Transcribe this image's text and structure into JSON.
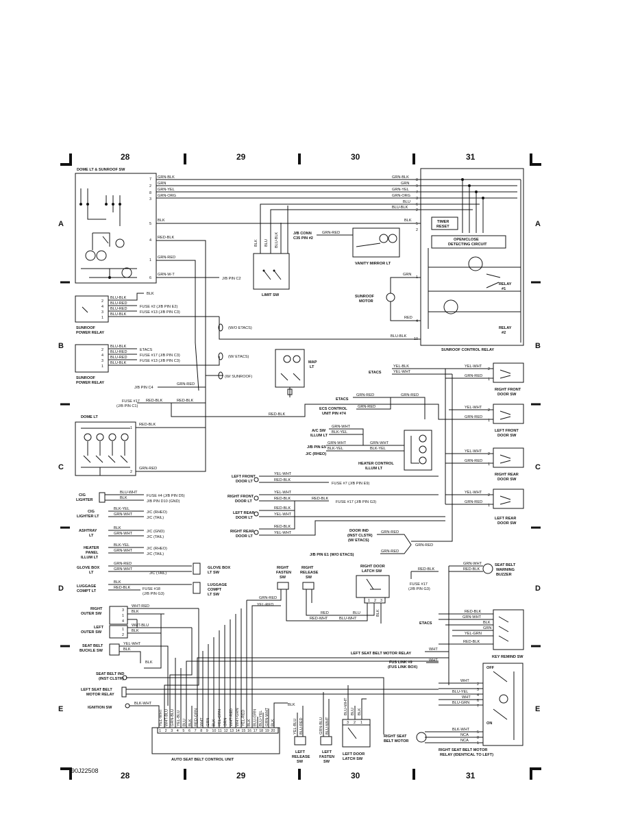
{
  "grid": {
    "cols": [
      "28",
      "29",
      "30",
      "31"
    ],
    "rows": [
      "A",
      "B",
      "C",
      "D",
      "E"
    ]
  },
  "figure_id": "90J22508",
  "components": {
    "dome_sunroof_sw": "DOME LT & SUNROOF SW",
    "sunroof_control_relay": "SUNROOF CONTROL RELAY",
    "limit_sw": "LIMIT SW",
    "vanity_mirror": "VANITY MIRROR LT",
    "jb_conn": [
      "J/B CONN",
      "C35 PIN #2"
    ],
    "timer_reset": [
      "TIMER",
      "RESET"
    ],
    "detect_circuit": [
      "OPEN/CLOSE",
      "DETECTING CIRCUIT"
    ],
    "relay1": [
      "RELAY",
      "#1"
    ],
    "relay2": [
      "RELAY",
      "#2"
    ],
    "sunroof_motor": [
      "SUNROOF",
      "MOTOR"
    ],
    "sunroof_power_relay": [
      "SUNROOF",
      "POWER RELAY"
    ],
    "map_lt": [
      "MAP",
      "LT"
    ],
    "dome_lt": "DOME LT",
    "rf_door_sw": [
      "RIGHT FRONT",
      "DOOR SW"
    ],
    "lf_door_sw": [
      "LEFT FRONT",
      "DOOR SW"
    ],
    "rr_door_sw": [
      "RIGHT REAR",
      "DOOR SW"
    ],
    "lr_door_sw": [
      "LEFT REAR",
      "DOOR SW"
    ],
    "heater_illum": [
      "HEATER CONTROL",
      "ILLUM LT"
    ],
    "ac_sw": [
      "A/C SW",
      "ILLUM LT"
    ],
    "jb_pin_e5": "J/B PIN E5",
    "jc_rheo": "J/C (RHEO)",
    "lf_door_lt": [
      "LEFT FRONT",
      "DOOR LT"
    ],
    "rf_door_lt": [
      "RIGHT FRONT",
      "DOOR LT"
    ],
    "lr_door_lt": [
      "LEFT REAR",
      "DOOR LT"
    ],
    "rr_door_lt": [
      "RIGHT REAR",
      "DOOR LT"
    ],
    "cig_lighter": [
      "CIG",
      "LIGHTER"
    ],
    "cig_lighter_lt": [
      "CIG",
      "LIGHTER LT"
    ],
    "ashtray_lt": [
      "ASHTRAY",
      "LT"
    ],
    "heater_panel": [
      "HEATER",
      "PANEL",
      "ILLUM LT"
    ],
    "glove_box_lt": [
      "GLOVE BOX",
      "LT"
    ],
    "glove_box_lt_sw": [
      "GLOVE BOX",
      "LT SW"
    ],
    "luggage_lt": [
      "LUGGAGE",
      "COMPT LT"
    ],
    "luggage_lt_sw": [
      "LUGGAGE",
      "COMPT",
      "LT SW"
    ],
    "seat_belt_buzzer": [
      "SEAT BELT",
      "WARNING",
      "BUZZER"
    ],
    "right_fasten": [
      "RIGHT",
      "FASTEN",
      "SW"
    ],
    "right_release": [
      "RIGHT",
      "RELEASE",
      "SW"
    ],
    "right_door_latch": [
      "RIGHT DOOR",
      "LATCH SW"
    ],
    "right_outer_sw": [
      "RIGHT",
      "OUTER SW"
    ],
    "left_outer_sw": [
      "LEFT",
      "OUTER SW"
    ],
    "buckle_sw": [
      "SEAT BELT",
      "BUCKLE SW"
    ],
    "key_remind_sw": "KEY REMIND SW",
    "seat_belt_ind": [
      "SEAT BELT IND",
      "(INST CLSTR)"
    ],
    "ls_motor_relay": [
      "LEFT SEAT BELT",
      "MOTOR RELAY"
    ],
    "ignition_sw": "IGNITION SW",
    "auto_seat_belt_unit": "AUTO SEAT BELT CONTROL UNIT",
    "left_release": [
      "LEFT",
      "RELEASE",
      "SW"
    ],
    "left_fasten": [
      "LEFT",
      "FASTEN",
      "SW"
    ],
    "left_door_latch": [
      "LEFT DOOR",
      "LATCH SW"
    ],
    "right_seat_motor": [
      "RIGHT SEAT",
      "BELT MOTOR"
    ],
    "right_motor_relay": [
      "RIGHT SEAT BELT MOTOR",
      "RELAY (IDENTICAL TO LEFT)"
    ],
    "ls_motor_relay_ref": "LEFT SEAT BELT MOTOR RELAY",
    "fus_link": [
      "FUS LINK #9",
      "(FUS LINK BOX)"
    ],
    "off": "OFF",
    "on": "ON"
  },
  "wires": {
    "grn_blk": "GRN-BLK",
    "grn": "GRN",
    "grn_yel": "GRN-YEL",
    "grn_org": "GRN-ORG",
    "blk": "BLK",
    "red_blk": "RED-BLK",
    "grn_red": "GRN-RED",
    "grn_wht": "GRN-W-T",
    "grn_wht2": "GRN-WHT",
    "blu": "BLU",
    "blu_blk": "BLU-BLK",
    "blu_red": "BLU-RED",
    "red": "RED",
    "yel_blk": "YEL-BLK",
    "yel_wht": "YEL-WHT",
    "blk_yel": "BLK-YEL",
    "blu_wht": "BLU-WHT",
    "wht_red": "WHT-RED",
    "wht_blu": "WHT-BLU",
    "red_wht": "RED-WHT",
    "yel_red": "YEL-RED",
    "blu_yel": "BLU-YEL",
    "blu_grn": "BLU-GRN",
    "blk_wht": "BLK-WHT",
    "nca": "NCA",
    "wht": "WHT",
    "yel_grn": "YEL-GRN",
    "blu_blk_v": "BLU-BLK",
    "yel_blu": "YEL-BLU",
    "grn_blu": "GRN-BLU",
    "blu_red_v": "BLU-RED",
    "blu_wht_v": "BLU-WHT"
  },
  "refs": {
    "jb_pin_c2": "J/B PIN C2",
    "fuse2": "FUSE #2 (J/B PIN E2)",
    "fuse13": "FUSE #13 (J/B PIN C3)",
    "fuse17c3": "FUSE #17 (J/B PIN C3)",
    "wo_etacs": "(W/O ETACS)",
    "w_etacs": "(W/ ETACS)",
    "w_sunroof": "(W/ SUNROOF)",
    "etacs": "ETACS",
    "jb_pin_c4": "J/B PIN C4",
    "fuse17_c1": [
      "FUSE #17",
      "(J/B PIN C1)"
    ],
    "ecs_unit": [
      "ECS CONTROL",
      "UNIT PIN #74"
    ],
    "fuse7": "FUSE #7 (J/B PIN E9)",
    "fuse17g3": "FUSE #17 (J/B PIN G3)",
    "door_ind": [
      "DOOR IND",
      "(INST CLSTR)",
      "(W/ ETACS)"
    ],
    "jb_pin_e1": "J/B PIN E1 (W/O ETACS)",
    "fuse4": "FUSE #4 (J/B PIN D5)",
    "jb_pin_d10": "J/B PIN D10 (GND)",
    "jc_rheo": "J/C (RHEO)",
    "jc_tail": "J/C (TAIL)",
    "jc_gnd": "J/C (GND)",
    "fuse18": [
      "FUSE #18",
      "(J/B PIN G3)"
    ],
    "fuse17_g3": [
      "FUSE #17",
      "(J/B PIN G3)"
    ]
  },
  "unit_wires": [
    "YEL-WHT",
    "WHT-BLU",
    "GRN-BLU",
    "YEL-BLU",
    "BLU",
    "BLK",
    "RED-GRN",
    "WHT",
    "GRN",
    "BLK",
    "YEL-GRN",
    "GRN",
    "WHT-RED",
    "WHT-GRN",
    "YEL-RED",
    "BLK",
    "BLU-GRN",
    "BLU-YEL",
    "GRN-WHT",
    "BLK"
  ],
  "unit_pins": [
    "1",
    "2",
    "3",
    "4",
    "5",
    "6",
    "7",
    "8",
    "9",
    "10",
    "11",
    "12",
    "13",
    "14",
    "15",
    "16",
    "17",
    "18",
    "19",
    "20"
  ]
}
